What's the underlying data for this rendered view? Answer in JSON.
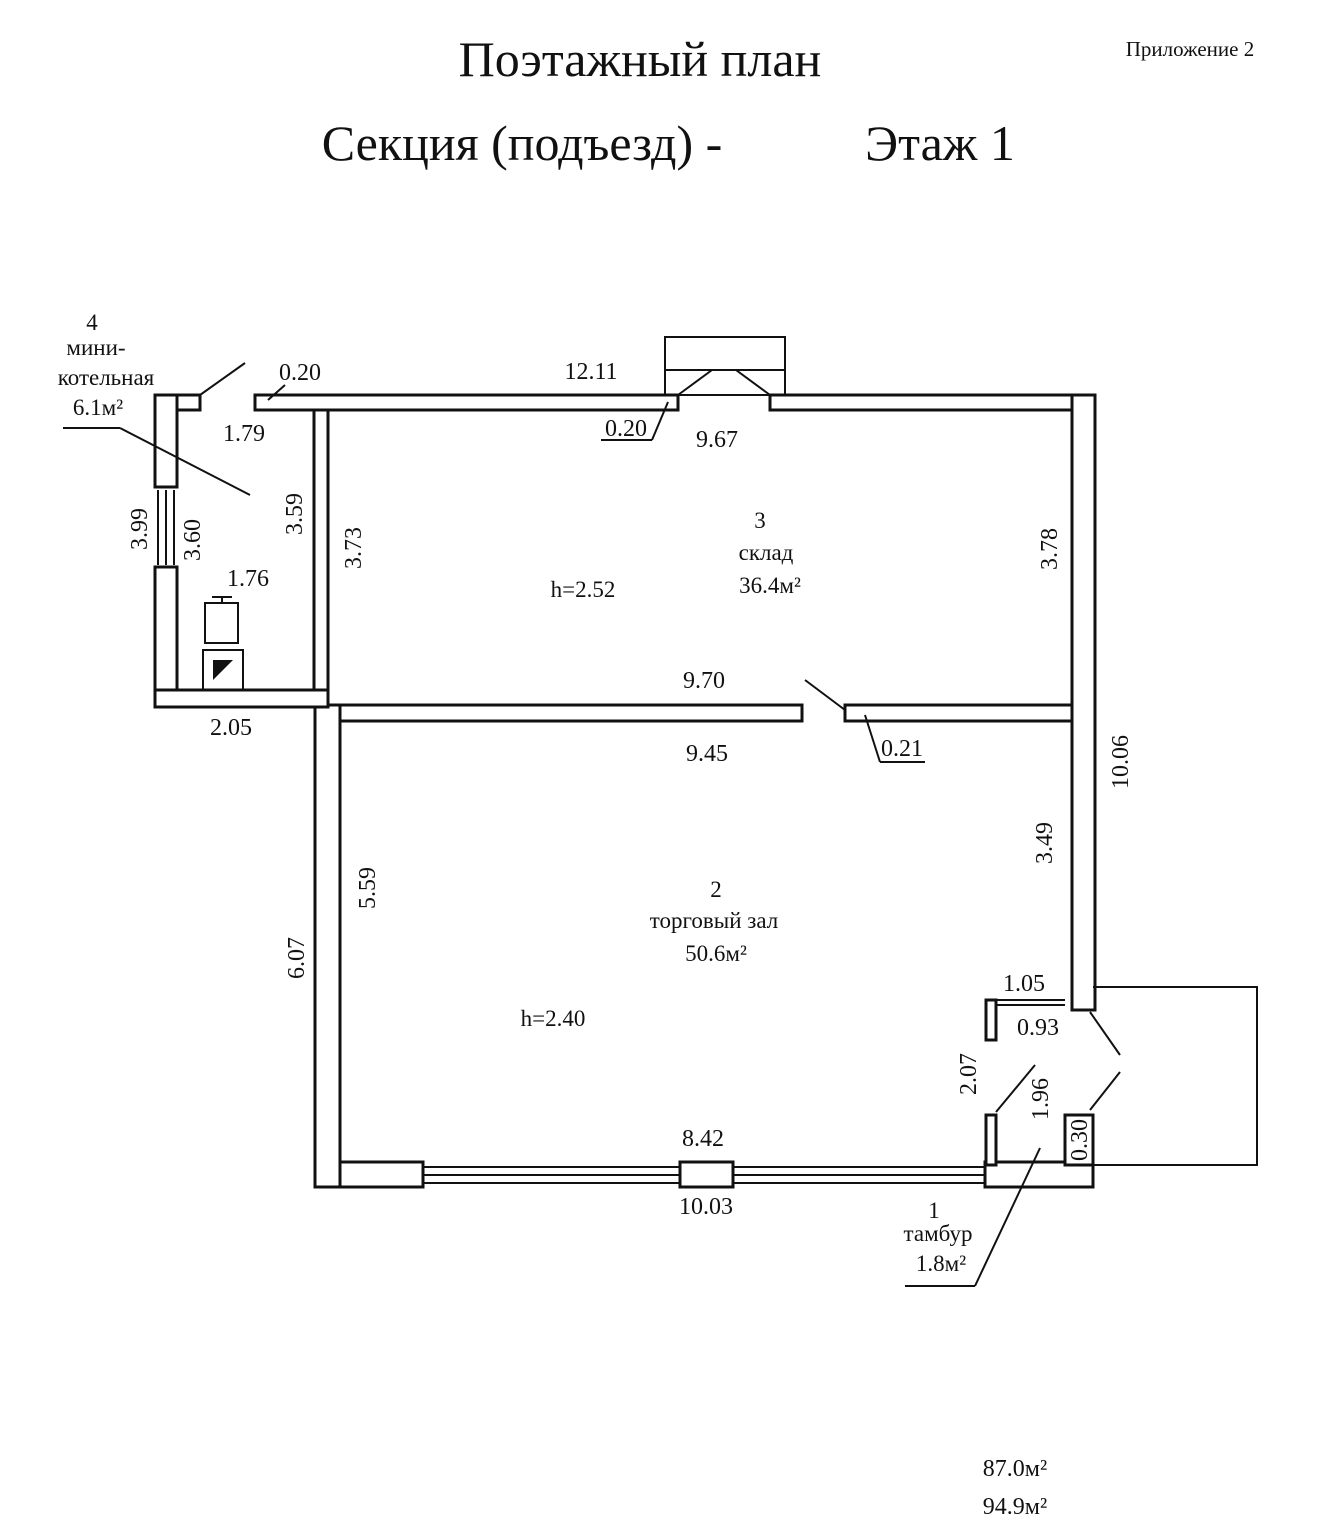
{
  "header": {
    "title": "Поэтажный план",
    "subtitle_section": "Секция  (подъезд) -",
    "subtitle_floor": "Этаж 1",
    "appendix": "Приложение 2"
  },
  "rooms": {
    "boiler": {
      "number": "4",
      "name_line1": "мини-",
      "name_line2": "котельная",
      "area": "6.1м²"
    },
    "storage": {
      "number": "3",
      "name": "склад",
      "area": "36.4м²",
      "height": "h=2.52"
    },
    "sales_hall": {
      "number": "2",
      "name": "торговый зал",
      "area": "50.6м²",
      "height": "h=2.40"
    },
    "vestibule": {
      "number": "1",
      "name": "тамбур",
      "area": "1.8м²"
    }
  },
  "dimensions": {
    "top_outer": "12.11",
    "wall_thickness_top_left": "0.20",
    "wall_thickness_top_door": "0.20",
    "storage_top_inner": "9.67",
    "boiler_width": "1.79",
    "boiler_outer_height": "3.99",
    "boiler_inner_height": "3.60",
    "boiler_right_wall": "3.59",
    "storage_left": "3.73",
    "storage_right": "3.78",
    "boiler_misc": "1.76",
    "boiler_bottom": "2.05",
    "storage_bottom": "9.70",
    "hall_top": "9.45",
    "partition_thickness": "0.21",
    "right_outer": "10.06",
    "hall_right_upper": "3.49",
    "hall_left_inner": "5.59",
    "hall_left_outer": "6.07",
    "vestibule_top": "1.05",
    "vestibule_inner": "0.93",
    "vestibule_left": "2.07",
    "vestibule_right": "1.96",
    "vestibule_wall": "0.30",
    "hall_bottom_inner": "8.42",
    "bottom_outer": "10.03"
  },
  "totals": {
    "area_1": "87.0м²",
    "area_2": "94.9м²"
  }
}
